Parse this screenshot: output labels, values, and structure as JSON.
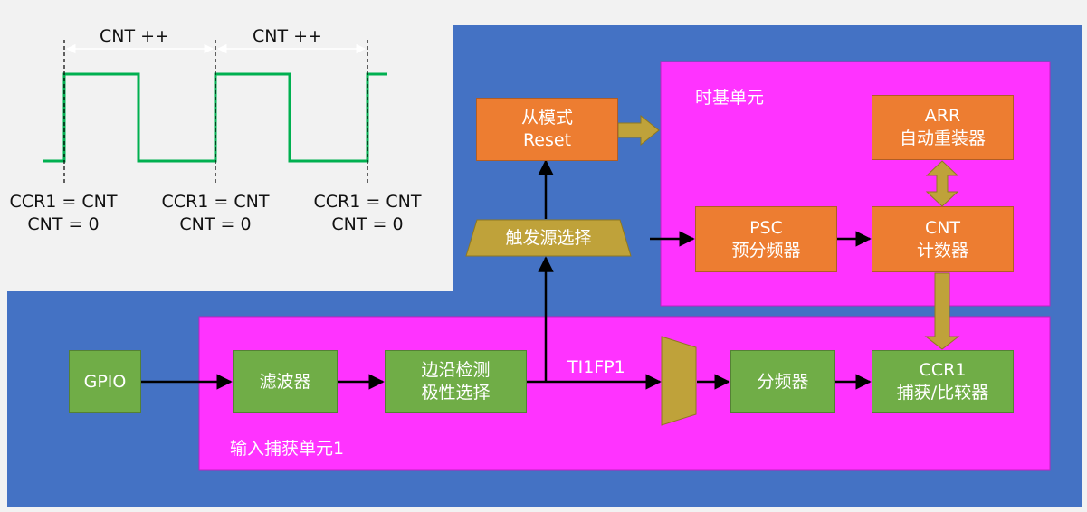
{
  "colors": {
    "panel_blue": "#4472c4",
    "section_magenta": "#ff33ff",
    "block_orange": "#ed7d31",
    "block_green": "#70ad47",
    "mux_gold": "#bfa23a",
    "signal_green": "#00b050",
    "arrow_black": "#000000"
  },
  "icons": {
    "trigger_mux": "trapezoid-shape",
    "input_mux": "trapezoid-shape"
  },
  "diagram": {
    "time_base_label": "时基单元",
    "input_capture_label": "输入捕获单元1",
    "signal_label": "TI1FP1",
    "slave_mode": {
      "line1": "从模式",
      "line2": "Reset"
    },
    "trigger_select": "触发源选择",
    "arr": {
      "line1": "ARR",
      "line2": "自动重装器"
    },
    "psc": {
      "line1": "PSC",
      "line2": "预分频器"
    },
    "cnt": {
      "line1": "CNT",
      "line2": "计数器"
    },
    "gpio": "GPIO",
    "filter": "滤波器",
    "edge_detect": {
      "line1": "边沿检测",
      "line2": "极性选择"
    },
    "divider": "分频器",
    "ccr1": {
      "line1": "CCR1",
      "line2": "捕获/比较器"
    }
  },
  "waveform": {
    "interval_labels": [
      "CNT ++",
      "CNT ++"
    ],
    "events": [
      {
        "line1": "CCR1 = CNT",
        "line2": "CNT = 0"
      },
      {
        "line1": "CCR1 = CNT",
        "line2": "CNT = 0"
      },
      {
        "line1": "CCR1 = CNT",
        "line2": "CNT = 0"
      }
    ]
  }
}
